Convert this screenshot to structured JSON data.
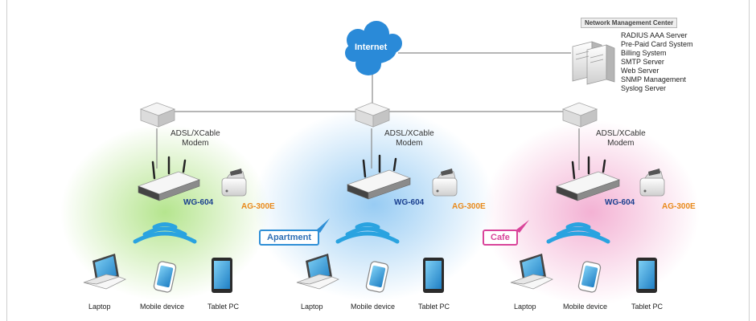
{
  "internet_label": "Internet",
  "nmc": {
    "title": "Network Management Center",
    "services": [
      "RADIUS AAA Server",
      "Pre-Paid Card System",
      "Billing System",
      "SMTP Server",
      "Web Server",
      "SNMP Management",
      "Syslog Server"
    ]
  },
  "sites": [
    {
      "modem_line1": "ADSL/XCable",
      "modem_line2": "Modem",
      "router": "WG-604",
      "printer": "AG-300E",
      "callout": "",
      "glow": "#a8e07a"
    },
    {
      "modem_line1": "ADSL/XCable",
      "modem_line2": "Modem",
      "router": "WG-604",
      "printer": "AG-300E",
      "callout": "Apartment",
      "glow": "#8cc6f2"
    },
    {
      "modem_line1": "ADSL/XCable",
      "modem_line2": "Modem",
      "router": "WG-604",
      "printer": "AG-300E",
      "callout": "Cafe",
      "glow": "#f2a9cf"
    }
  ],
  "devices": [
    "Laptop",
    "Mobile device",
    "Tablet PC"
  ],
  "colors": {
    "wifi": "#2aa3e0",
    "cloud": "#2a8ad8",
    "router_label": "#1a3f8f",
    "printer_label": "#e8891a"
  }
}
